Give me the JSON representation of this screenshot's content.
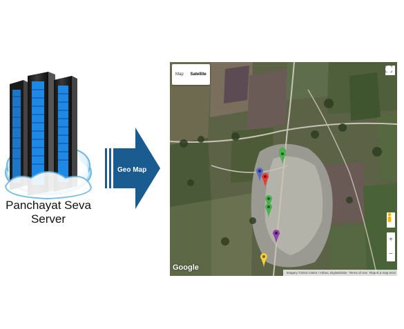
{
  "server": {
    "label_line1": "Panchayat Seva",
    "label_line2": "Server"
  },
  "arrow": {
    "label": "Geo Map",
    "color": "#1a5c8f"
  },
  "map": {
    "map_type_options": [
      "Map",
      "Satellite"
    ],
    "selected_map_type": "Satellite",
    "zoom_in": "+",
    "zoom_out": "−",
    "google_logo": "Google",
    "attribution": "Imagery ©2018 CNES / Airbus, DigitalGlobe",
    "terms": "Terms of Use",
    "report": "Report a map error",
    "markers": [
      {
        "color": "#4caf50"
      },
      {
        "color": "#5c6bc0"
      },
      {
        "color": "#e53935"
      },
      {
        "color": "#4caf50"
      },
      {
        "color": "#4caf50"
      },
      {
        "color": "#8e44ad"
      },
      {
        "color": "#f4d03f"
      }
    ]
  }
}
